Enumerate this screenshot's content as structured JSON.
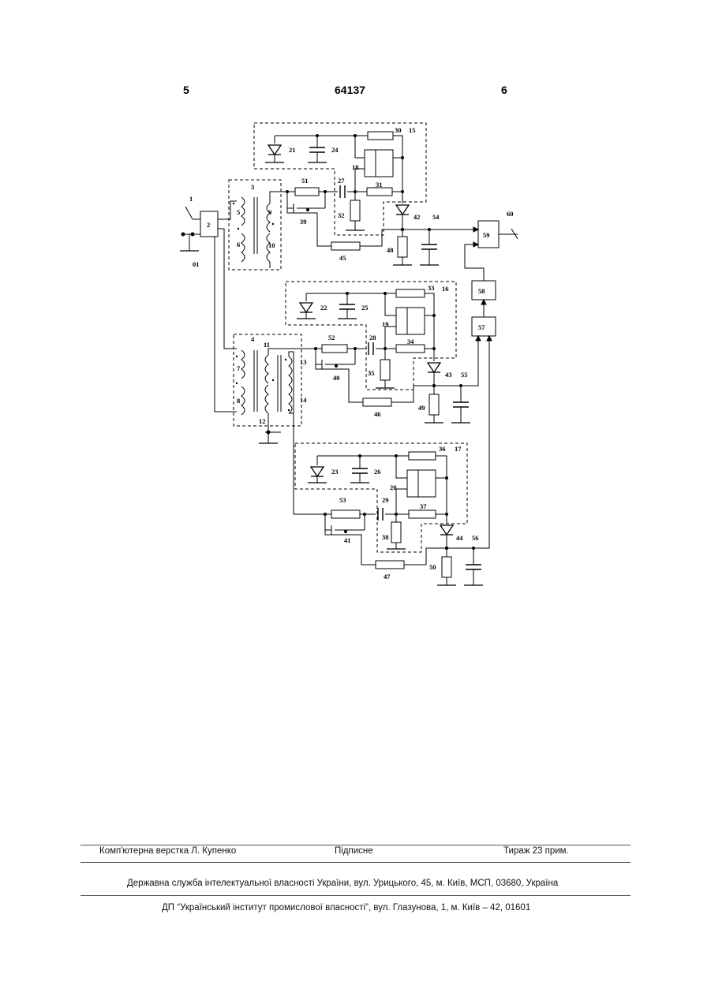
{
  "header": {
    "page_left": "5",
    "patent_number": "64137",
    "page_right": "6"
  },
  "figure": {
    "component_labels": [
      "1",
      "2",
      "3",
      "4",
      "5",
      "6",
      "7",
      "8",
      "9",
      "10",
      "11",
      "12",
      "13",
      "14",
      "15",
      "16",
      "17",
      "18",
      "19",
      "20",
      "21",
      "22",
      "23",
      "24",
      "25",
      "26",
      "27",
      "28",
      "29",
      "30",
      "31",
      "32",
      "33",
      "34",
      "35",
      "36",
      "37",
      "38",
      "39",
      "40",
      "41",
      "42",
      "43",
      "44",
      "45",
      "46",
      "47",
      "48",
      "49",
      "50",
      "51",
      "52",
      "53",
      "54",
      "55",
      "56",
      "57",
      "58",
      "59",
      "60",
      "01"
    ]
  },
  "footer": {
    "layout_credit": "Комп'ютерна верстка Л. Купенко",
    "signed": "Підписне",
    "circulation": "Тираж 23 прим.",
    "agency": "Державна служба інтелектуальної власності України, вул. Урицького, 45, м. Київ, МСП, 03680, Україна",
    "institute": "ДП “Український інститут промислової власності”, вул. Глазунова, 1, м. Київ – 42, 01601"
  }
}
